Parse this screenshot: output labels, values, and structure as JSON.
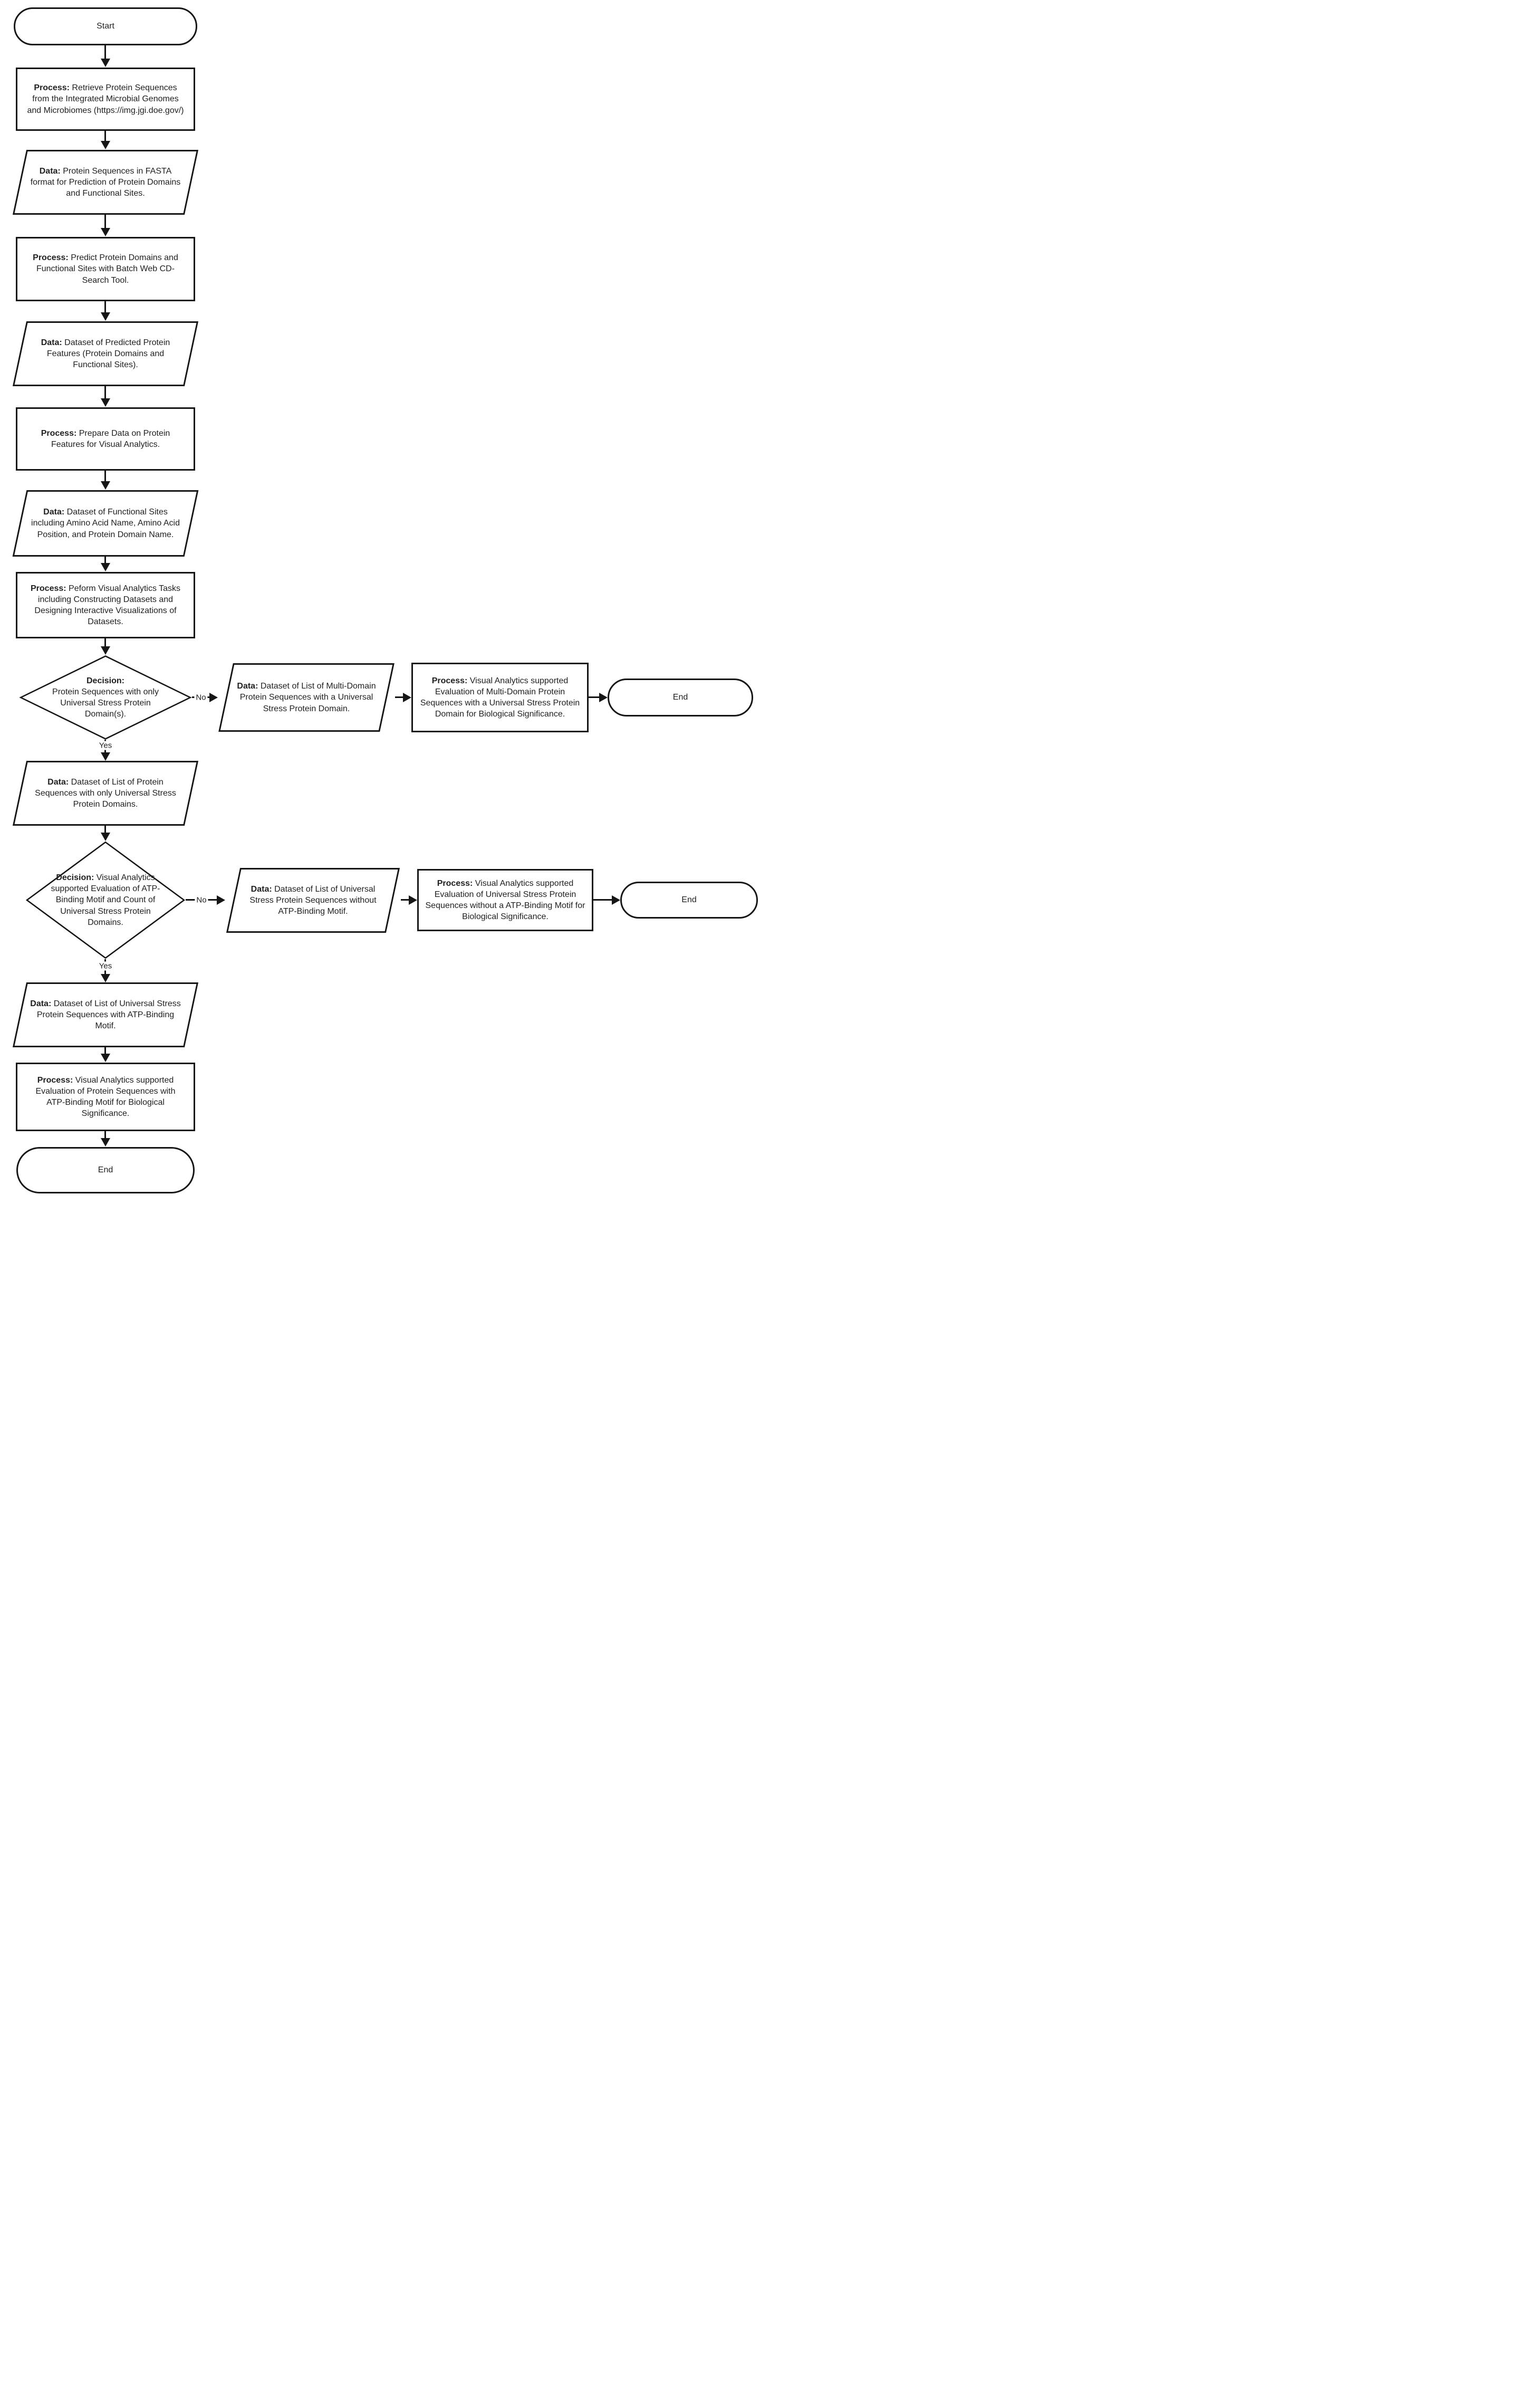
{
  "nodes": {
    "start": {
      "label": "Start"
    },
    "p1": {
      "kind": "Process:",
      "text": "Retrieve Protein Sequences from the Integrated Microbial Genomes and Microbiomes (https://img.jgi.doe.gov/)"
    },
    "d1": {
      "kind": "Data:",
      "text": "Protein Sequences in FASTA format for Prediction of Protein Domains and Functional Sites."
    },
    "p2": {
      "kind": "Process:",
      "text": "Predict Protein Domains and Functional Sites with Batch Web CD-Search Tool."
    },
    "d2": {
      "kind": "Data:",
      "text": "Dataset of Predicted Protein Features (Protein Domains and Functional Sites)."
    },
    "p3": {
      "kind": "Process:",
      "text": "Prepare Data on Protein Features for Visual Analytics."
    },
    "d3": {
      "kind": "Data:",
      "text": "Dataset of Functional Sites including Amino Acid Name, Amino Acid Position, and Protein Domain Name."
    },
    "p4": {
      "kind": "Process:",
      "text": "Peform Visual Analytics Tasks including Constructing Datasets and Designing Interactive Visualizations of Datasets."
    },
    "dec1": {
      "kind": "Decision:",
      "text": "Protein Sequences with only Universal Stress Protein Domain(s)."
    },
    "d_no1": {
      "kind": "Data:",
      "text": "Dataset of List of Multi-Domain Protein Sequences with a Universal Stress Protein Domain."
    },
    "p_no1": {
      "kind": "Process:",
      "text": "Visual Analytics supported Evaluation of Multi-Domain Protein Sequences with a Universal Stress Protein Domain for Biological Significance."
    },
    "end1": {
      "label": "End"
    },
    "d4": {
      "kind": "Data:",
      "text": "Dataset of List of Protein Sequences with only Universal Stress Protein Domains."
    },
    "dec2": {
      "kind": "Decision:",
      "text": "Visual Analytics supported Evaluation of ATP-Binding Motif and Count of Universal Stress Protein Domains."
    },
    "d_no2": {
      "kind": "Data:",
      "text": "Dataset of List of Universal Stress Protein Sequences without ATP-Binding Motif."
    },
    "p_no2": {
      "kind": "Process:",
      "text": "Visual Analytics supported Evaluation of Universal Stress Protein Sequences without a ATP-Binding Motif for Biological Significance."
    },
    "end2": {
      "label": "End"
    },
    "d5": {
      "kind": "Data:",
      "text": "Dataset of List of Universal Stress Protein Sequences with ATP-Binding Motif."
    },
    "p5": {
      "kind": "Process:",
      "text": "Visual Analytics supported Evaluation of Protein Sequences with ATP-Binding Motif for Biological Significance."
    },
    "end3": {
      "label": "End"
    }
  },
  "edges": {
    "no1": "No",
    "yes1": "Yes",
    "no2": "No",
    "yes2": "Yes"
  },
  "colors": {
    "stroke": "#161616",
    "fill": "#ffffff",
    "text": "#1f1f1f"
  }
}
